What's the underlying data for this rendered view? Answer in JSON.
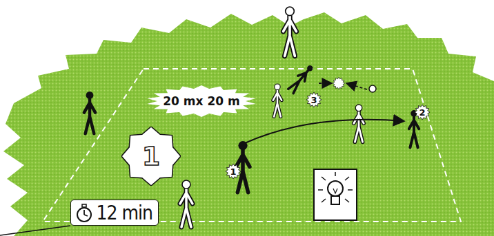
{
  "diagram": {
    "nodes": [
      {
        "text": [
          "20 mx 20 m"
        ]
      },
      {
        "text": [
          "1"
        ]
      },
      {
        "text": [
          "12 min"
        ]
      }
    ],
    "labels": [
      "3",
      "2",
      "1"
    ]
  }
}
